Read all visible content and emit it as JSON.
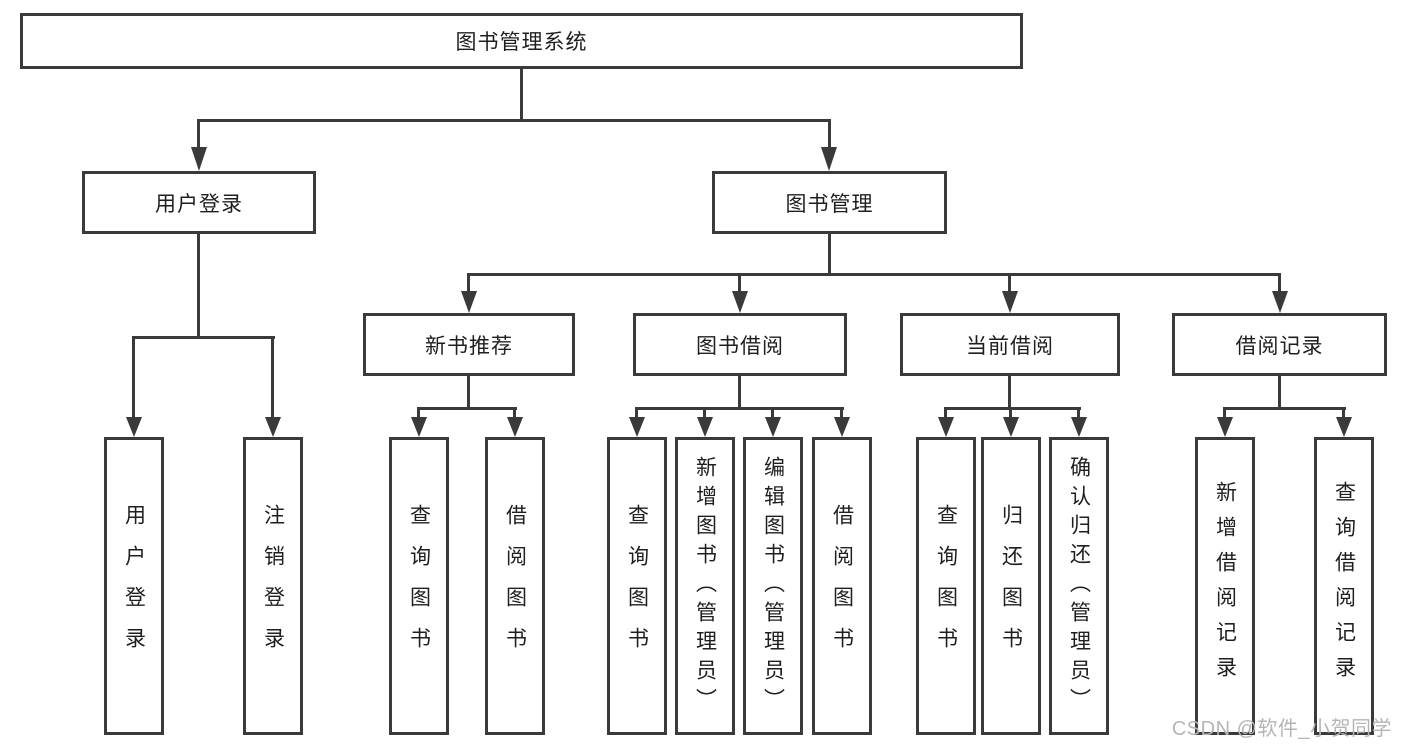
{
  "diagram": {
    "type": "hierarchy-tree",
    "title": "图书管理系统",
    "watermark": "CSDN @软件_小贺同学",
    "colors": {
      "line": "#3a3a3a",
      "text": "#1f1f1f",
      "watermark": "#b5b5b5",
      "background": "#ffffff"
    },
    "tree": {
      "root": "图书管理系统",
      "children": [
        {
          "label": "用户登录",
          "children": [
            "用户登录",
            "注销登录"
          ]
        },
        {
          "label": "图书管理",
          "children": [
            {
              "label": "新书推荐",
              "children": [
                "查询图书",
                "借阅图书"
              ]
            },
            {
              "label": "图书借阅",
              "children": [
                "查询图书",
                "新增图书（管理员）",
                "编辑图书（管理员）",
                "借阅图书"
              ]
            },
            {
              "label": "当前借阅",
              "children": [
                "查询图书",
                "归还图书",
                "确认归还（管理员）"
              ]
            },
            {
              "label": "借阅记录",
              "children": [
                "新增借阅记录",
                "查询借阅记录"
              ]
            }
          ]
        }
      ]
    }
  }
}
